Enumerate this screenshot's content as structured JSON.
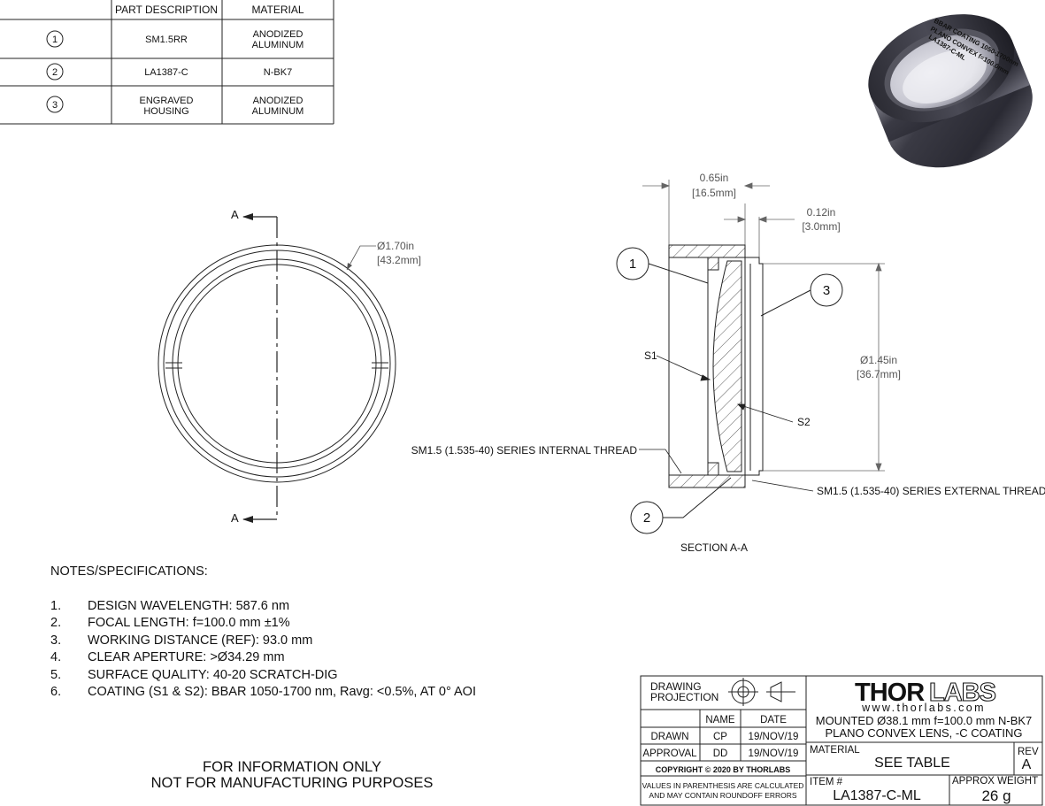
{
  "parts_table": {
    "headers": [
      "PART DESCRIPTION",
      "MATERIAL"
    ],
    "rows": [
      {
        "id": "1",
        "description": [
          "SM1.5RR"
        ],
        "material": [
          "ANODIZED",
          "ALUMINUM"
        ]
      },
      {
        "id": "2",
        "description": [
          "LA1387-C"
        ],
        "material": [
          "N-BK7"
        ]
      },
      {
        "id": "3",
        "description": [
          "ENGRAVED",
          "HOUSING"
        ],
        "material": [
          "ANODIZED",
          "ALUMINUM"
        ]
      }
    ]
  },
  "front_view": {
    "section_marker": "A",
    "outer_diameter": {
      "imperial": "Ø1.70in",
      "metric": "[43.2mm]"
    }
  },
  "section_view": {
    "title": "SECTION A-A",
    "width_dim": {
      "imperial": "0.65in",
      "metric": "[16.5mm]"
    },
    "thread_dim": {
      "imperial": "0.12in",
      "metric": "[3.0mm]"
    },
    "inner_diameter": {
      "imperial": "Ø1.45in",
      "metric": "[36.7mm]"
    },
    "surface_labels": {
      "s1": "S1",
      "s2": "S2"
    },
    "balloons": [
      "1",
      "2",
      "3"
    ],
    "internal_thread": "SM1.5 (1.535-40) SERIES INTERNAL THREAD",
    "external_thread": "SM1.5 (1.535-40) SERIES EXTERNAL THREAD"
  },
  "product_render": {
    "engraving": [
      "BBAR COATING 1050-1700nm",
      "PLANO CONVEX f=100.0mm",
      "LA1387-C-ML"
    ]
  },
  "notes": {
    "title": "NOTES/SPECIFICATIONS:",
    "items": [
      {
        "num": "1.",
        "text": "DESIGN WAVELENGTH: 587.6 nm"
      },
      {
        "num": "2.",
        "text": "FOCAL LENGTH: f=100.0 mm ±1%"
      },
      {
        "num": "3.",
        "text": "WORKING DISTANCE (REF): 93.0 mm"
      },
      {
        "num": "4.",
        "text": "CLEAR APERTURE: >Ø34.29 mm"
      },
      {
        "num": "5.",
        "text": "SURFACE QUALITY: 40-20 SCRATCH-DIG"
      },
      {
        "num": "6.",
        "text": "COATING (S1 & S2): BBAR 1050-1700 nm, Ravg: <0.5%, AT 0° AOI"
      }
    ]
  },
  "disclaimer": [
    "FOR INFORMATION ONLY",
    "NOT FOR MANUFACTURING PURPOSES"
  ],
  "title_block": {
    "projection_label": [
      "DRAWING",
      "PROJECTION"
    ],
    "name_header": "NAME",
    "date_header": "DATE",
    "drawn_label": "DRAWN",
    "drawn_name": "CP",
    "drawn_date": "19/NOV/19",
    "approval_label": "APPROVAL",
    "approval_name": "DD",
    "approval_date": "19/NOV/19",
    "copyright": "COPYRIGHT © 2020 BY THORLABS",
    "values_note": [
      "VALUES IN PARENTHESIS ARE CALCULATED",
      "AND MAY CONTAIN ROUNDOFF ERRORS"
    ],
    "logo_left": "THOR",
    "logo_right": "LABS",
    "website": "www.thorlabs.com",
    "description": [
      "MOUNTED Ø38.1 mm f=100.0 mm N-BK7",
      "PLANO CONVEX LENS, -C COATING"
    ],
    "material_label": "MATERIAL",
    "material_value": "SEE TABLE",
    "rev_label": "REV",
    "rev_value": "A",
    "item_label": "ITEM #",
    "item_value": "LA1387-C-ML",
    "weight_label": "APPROX WEIGHT",
    "weight_value": "26 g"
  }
}
